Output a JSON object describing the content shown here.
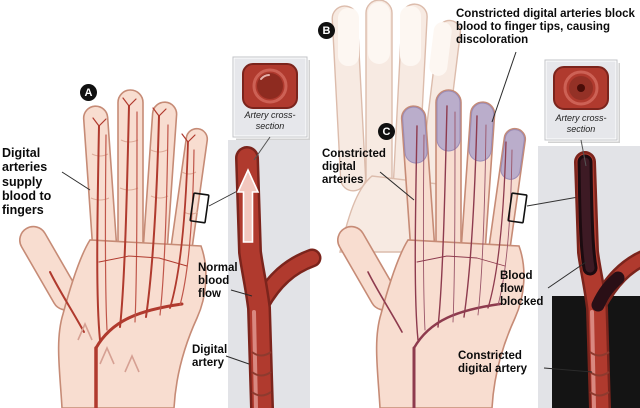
{
  "badges": {
    "a": "A",
    "b": "B",
    "c": "C"
  },
  "left_panel": {
    "digital_arteries_label": "Digital arteries supply blood to fingers",
    "inset_caption": "Artery cross-section",
    "normal_flow_label": "Normal blood flow",
    "digital_artery_label": "Digital artery"
  },
  "right_panel": {
    "headline": "Constricted digital arteries block blood to finger tips, causing discoloration",
    "constricted_arteries_label": "Constricted digital arteries",
    "inset_caption": "Artery cross-section",
    "blood_flow_blocked_label": "Blood flow blocked",
    "constricted_artery_label": "Constricted digital artery"
  },
  "colors": {
    "artery_red": "#b03a2e",
    "artery_dark_outline": "#7b241c",
    "artery_highlight": "#d98880",
    "skin": "#f8ddd0",
    "skin_outline": "#c68b76",
    "pale_skin": "#f7eae2",
    "discolored_purple": "#b5a9cb",
    "panel_gray": "#e2e3e7",
    "blocked_black": "#141414"
  }
}
